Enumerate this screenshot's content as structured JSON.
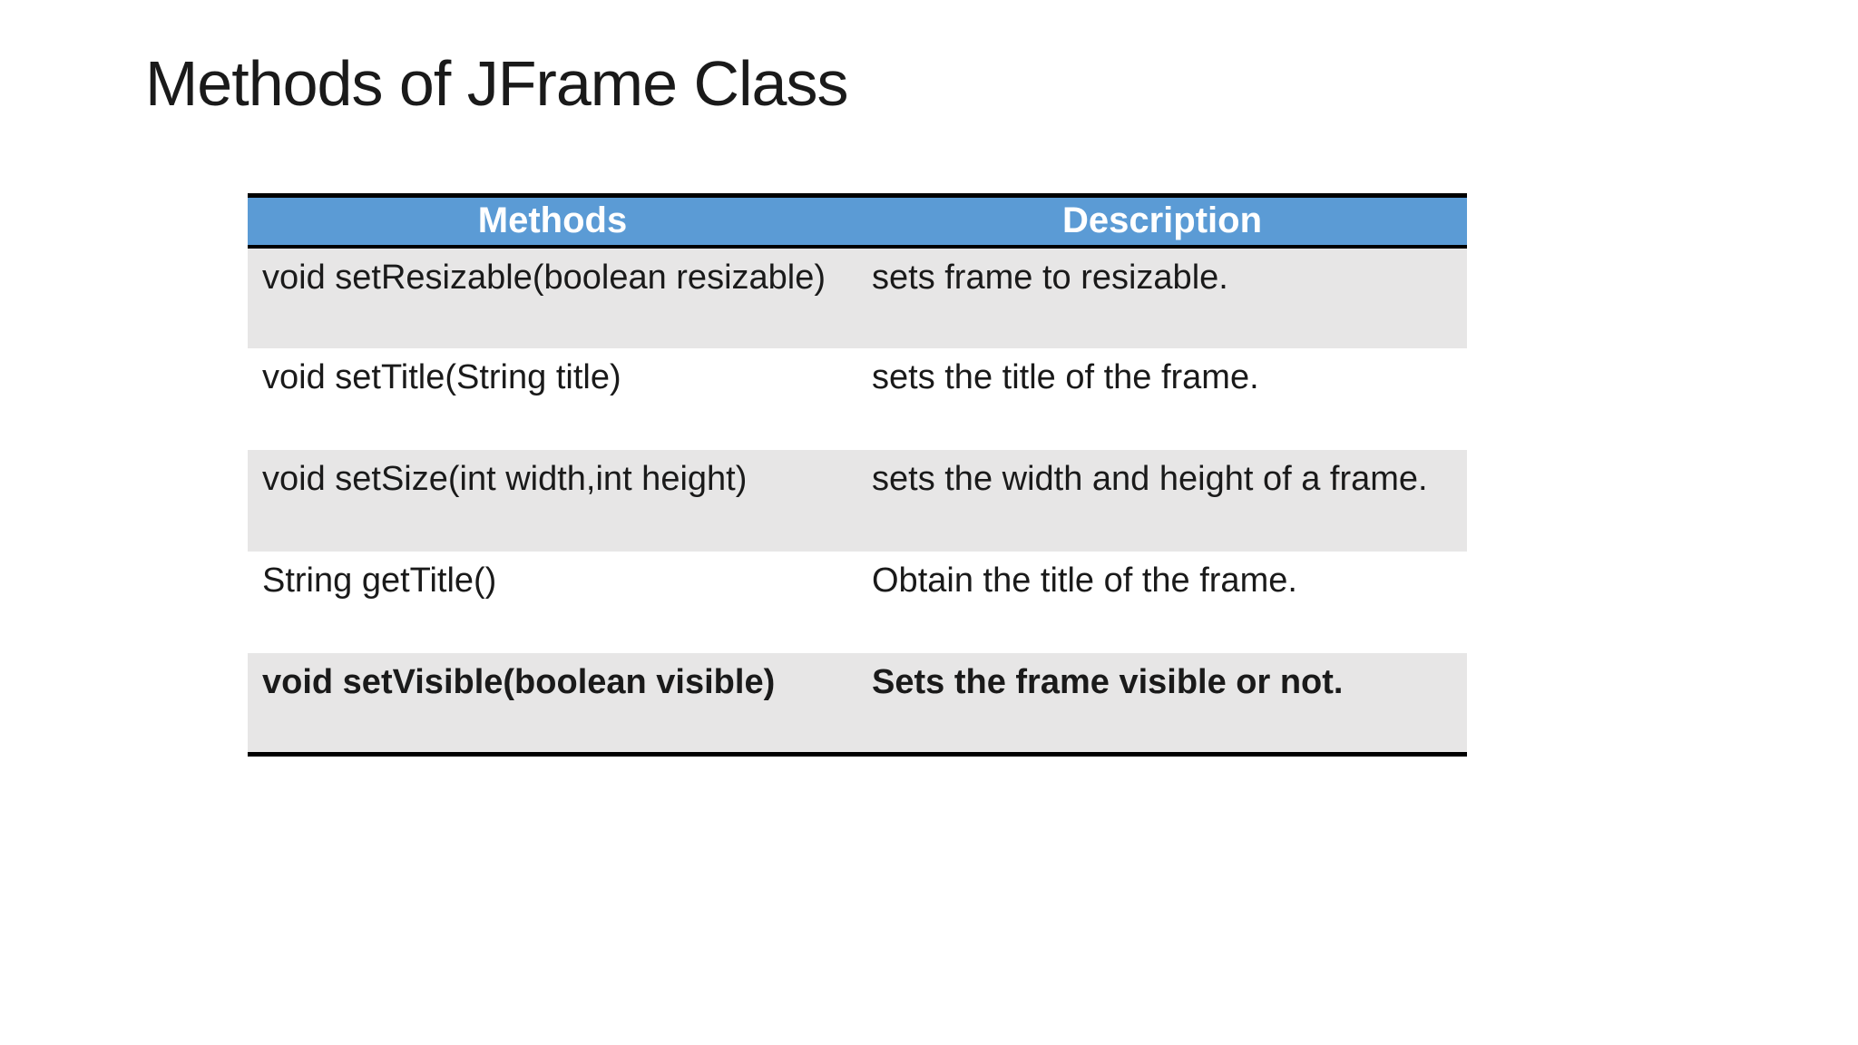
{
  "slide": {
    "title": "Methods of JFrame Class"
  },
  "table": {
    "headers": [
      "Methods",
      "Description"
    ],
    "rows": [
      {
        "method": "void setResizable(boolean resizable)",
        "description": "sets frame to resizable."
      },
      {
        "method": "void setTitle(String title)",
        "description": "sets the title of the frame."
      },
      {
        "method": "void setSize(int width,int height)",
        "description": "sets the width and height of a frame."
      },
      {
        "method": "String getTitle()",
        "description": "Obtain the title of the frame."
      },
      {
        "method": "void setVisible(boolean visible)",
        "description": "Sets the frame visible or not."
      }
    ],
    "colors": {
      "header_bg": "#5B9BD5",
      "header_text": "#FFFFFF",
      "row_alt_bg": "#E7E6E6",
      "border": "#000000"
    }
  }
}
